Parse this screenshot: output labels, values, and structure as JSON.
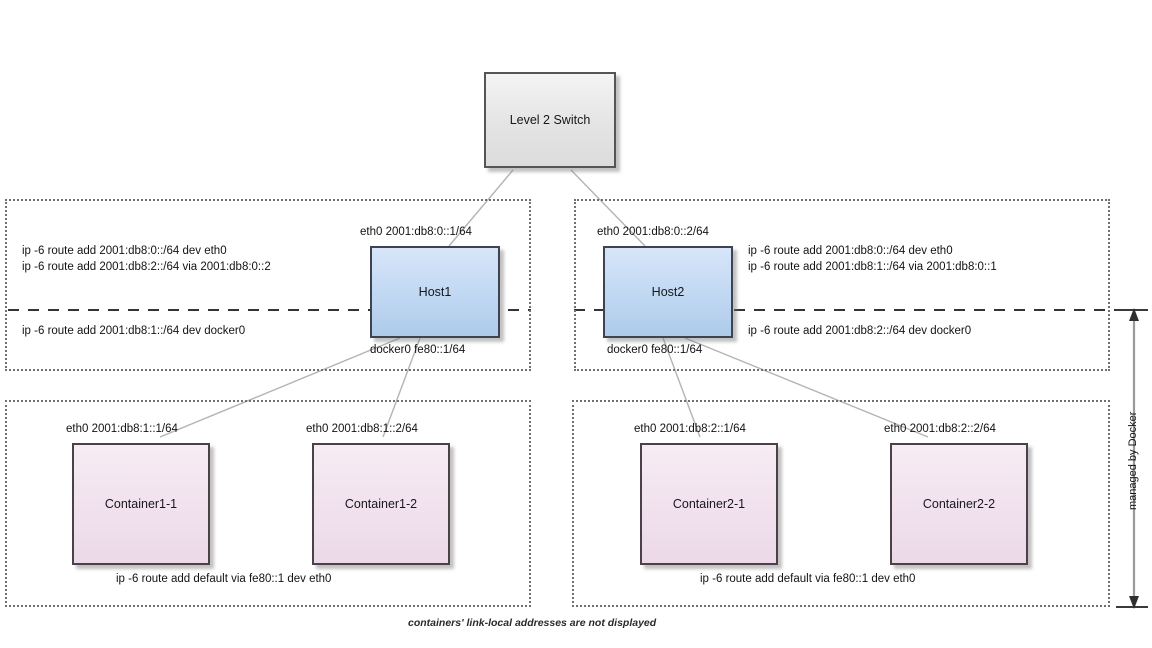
{
  "diagram": {
    "title_caption": "containers' link-local addresses are not displayed",
    "side_annotation": "managed by Docker",
    "colors": {
      "switch_fill": "#e8e8e8",
      "host_fill": "#c2d9f3",
      "container_fill": "#f1e2ee",
      "panel_border": "#707070",
      "node_border": "#3b3b44",
      "edge_line": "#b0b0b0",
      "divider": "#33333a"
    }
  },
  "switch": {
    "label": "Level 2 Switch"
  },
  "hosts": [
    {
      "label": "Host1",
      "eth0_label": "eth0 2001:db8:0::1/64",
      "docker0_label": "docker0 fe80::1/64",
      "routes_above": [
        "ip -6 route add 2001:db8:0::/64 dev eth0",
        "ip -6 route add 2001:db8:2::/64 via 2001:db8:0::2"
      ],
      "routes_below": [
        "ip -6 route add 2001:db8:1::/64 dev docker0"
      ]
    },
    {
      "label": "Host2",
      "eth0_label": "eth0 2001:db8:0::2/64",
      "docker0_label": "docker0 fe80::1/64",
      "routes_above": [
        "ip -6 route add 2001:db8:0::/64 dev eth0",
        "ip -6 route add 2001:db8:1::/64 via 2001:db8:0::1"
      ],
      "routes_below": [
        "ip -6 route add 2001:db8:2::/64 dev docker0"
      ]
    }
  ],
  "container_groups": [
    {
      "default_route": "ip -6 route add default via fe80::1 dev eth0",
      "containers": [
        {
          "label": "Container1-1",
          "eth0_label": "eth0 2001:db8:1::1/64"
        },
        {
          "label": "Container1-2",
          "eth0_label": "eth0 2001:db8:1::2/64"
        }
      ]
    },
    {
      "default_route": "ip -6 route add default via fe80::1 dev eth0",
      "containers": [
        {
          "label": "Container2-1",
          "eth0_label": "eth0 2001:db8:2::1/64"
        },
        {
          "label": "Container2-2",
          "eth0_label": "eth0 2001:db8:2::2/64"
        }
      ]
    }
  ]
}
